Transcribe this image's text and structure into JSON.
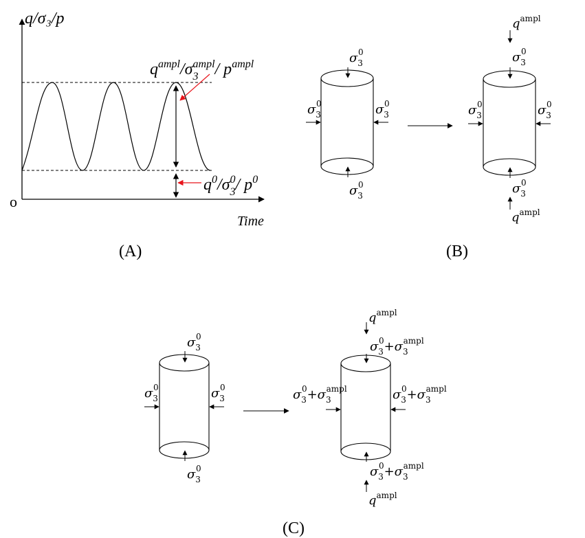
{
  "panel_a": {
    "y_axis_label": "q/σ₃/p",
    "origin_label": "o",
    "x_axis_label": "Time",
    "amplitude_label": {
      "q": "q",
      "q_sup": "ampl",
      "s": "/σ",
      "s_sub": "3",
      "s_sup": "ampl",
      "p": "/ p",
      "p_sup": "ampl"
    },
    "baseline_label": {
      "q": "q",
      "q_sup": "0",
      "s": "/σ",
      "s_sub": "3",
      "s_sup": "0",
      "p": "/ p",
      "p_sup": "0"
    },
    "caption": "(A)",
    "colors": {
      "annotation_arrow": "#e8141b"
    }
  },
  "panel_b": {
    "sigma": "σ",
    "sub3": "3",
    "sup0": "0",
    "q": "q",
    "ampl": "ampl",
    "caption": "(B)"
  },
  "panel_c": {
    "sigma": "σ",
    "sub3": "3",
    "sup0": "0",
    "q": "q",
    "ampl": "ampl",
    "plus": "+",
    "caption": "(C)"
  }
}
